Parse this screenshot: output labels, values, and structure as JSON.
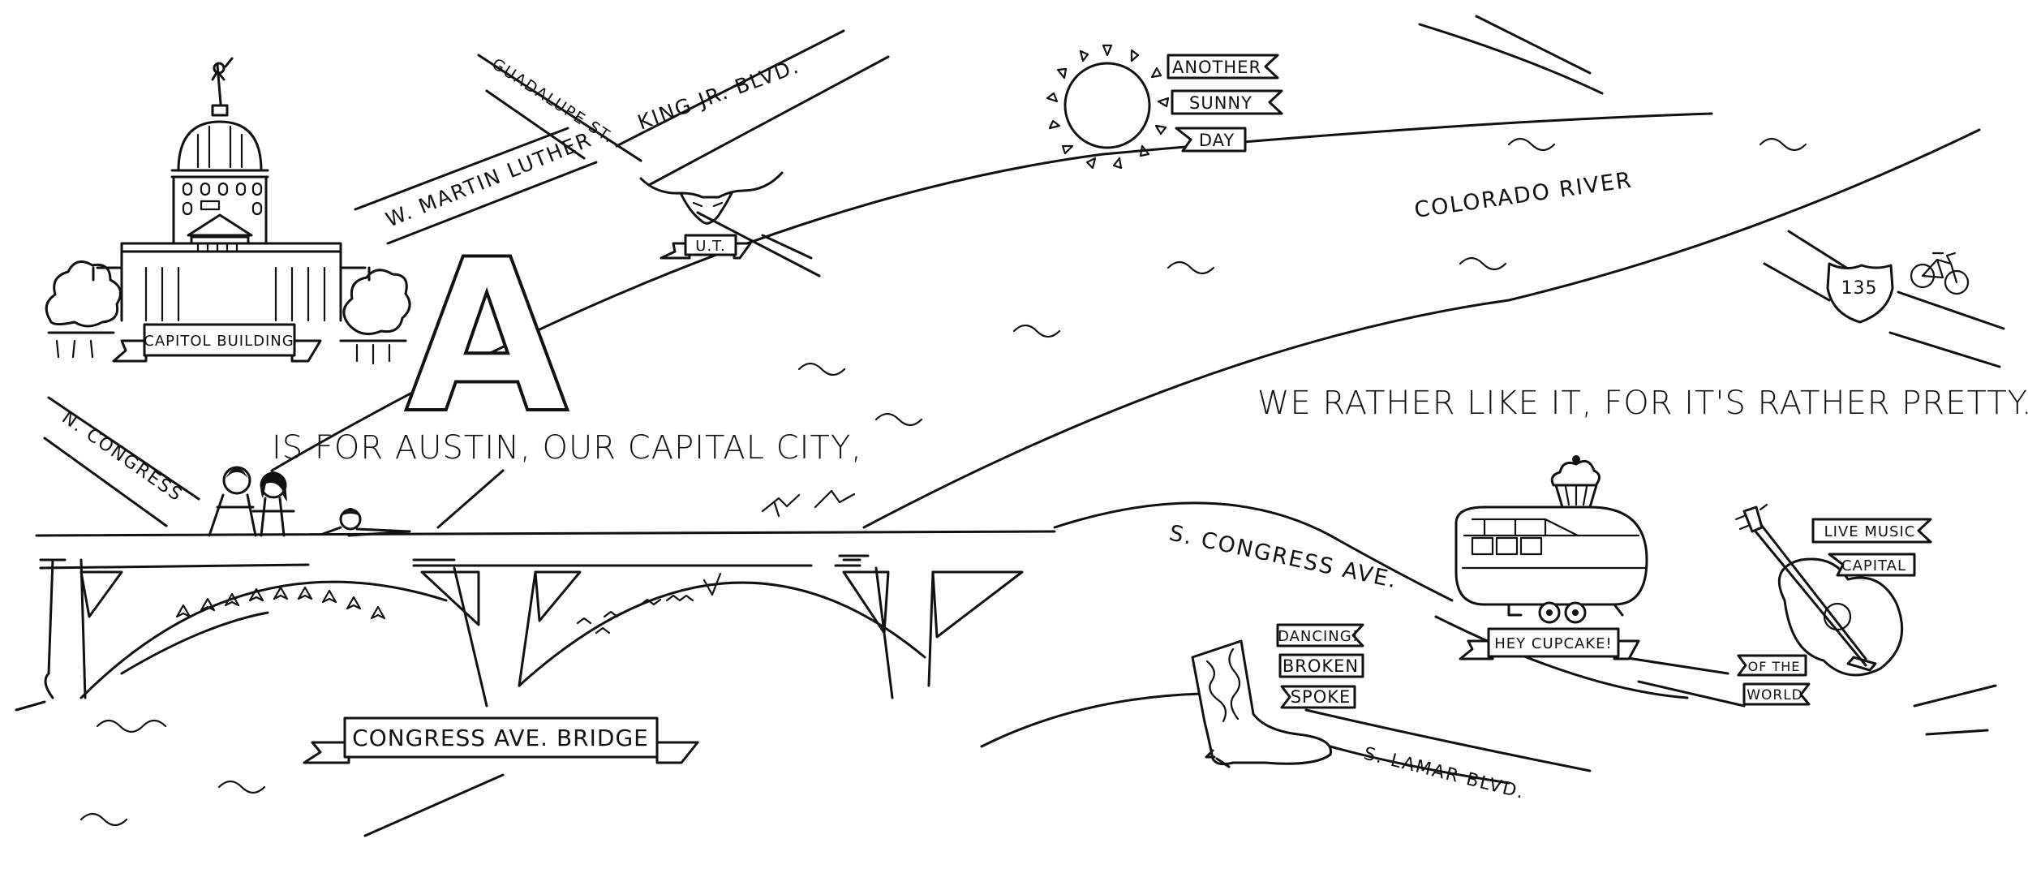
{
  "verse": {
    "line1": "IS FOR AUSTIN, OUR CAPITAL CITY,",
    "line2": "WE RATHER LIKE IT, FOR IT'S RATHER PRETTY.",
    "big_letter": "A"
  },
  "streets": {
    "guadalupe": "GUADALUPE ST.",
    "king": "KING JR. BLVD.",
    "martin_luther": "W. MARTIN LUTHER",
    "n_congress": "N. CONGRESS",
    "s_congress": "S. CONGRESS AVE.",
    "s_lamar": "S. LAMAR BLVD.",
    "colorado_river": "COLORADO RIVER",
    "highway": "135"
  },
  "banners": {
    "capitol": "CAPITOL BUILDING",
    "ut": "U.T.",
    "bridge": "CONGRESS AVE. BRIDGE",
    "hey_cupcake": "HEY CUPCAKE!",
    "sunny": [
      "ANOTHER",
      "SUNNY",
      "DAY"
    ],
    "broken_spoke": [
      "DANCING!",
      "BROKEN",
      "SPOKE"
    ],
    "live_music": [
      "LIVE MUSIC",
      "CAPITAL"
    ],
    "of_the_world": [
      "OF THE",
      "WORLD"
    ]
  },
  "icons": [
    "capitol-building-icon",
    "trees-icon",
    "longhorn-icon",
    "sun-icon",
    "bicycle-icon",
    "highway-shield-icon",
    "airstream-trailer-icon",
    "cupcake-icon",
    "guitar-icon",
    "cowboy-boot-icon",
    "bats-icon",
    "people-icon"
  ],
  "colors": {
    "ink": "#111111",
    "paper": "#ffffff"
  }
}
